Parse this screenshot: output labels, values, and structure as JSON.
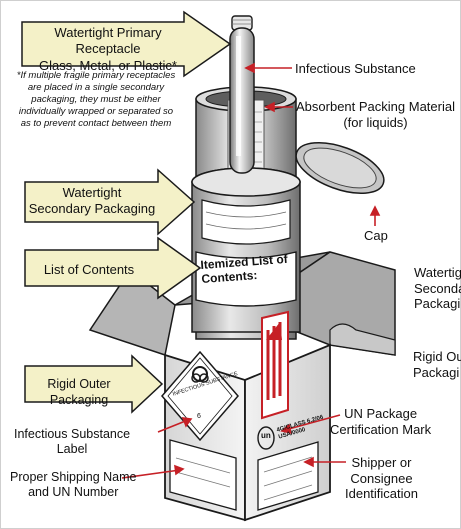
{
  "arrows": {
    "primary": [
      "Watertight Primary Receptacle",
      "Glass, Metal, or Plastic*"
    ],
    "secondary": [
      "Watertight",
      "Secondary Packaging"
    ],
    "contents": "List of Contents",
    "outer": "Rigid Outer Packaging"
  },
  "footnote": [
    "*If multiple fragile primary receptacles",
    "are placed in a single secondary",
    "packaging, they must be either",
    "individually wrapped or separated so",
    "as to prevent contact between them"
  ],
  "callouts": {
    "infectious": "Infectious Substance",
    "absorbent": [
      "Absorbent Packing Material",
      "(for liquids)"
    ],
    "cap": "Cap",
    "watertight_cut": [
      "Watertig",
      "Seconda",
      "Packagi"
    ],
    "rigid_cut": [
      "Rigid Ou",
      "Packagi"
    ],
    "un_mark": [
      "UN Package",
      "Certification Mark"
    ],
    "shipper": [
      "Shipper or",
      "Consignee",
      "Identification"
    ],
    "inf_label": [
      "Infectious Substance",
      "Label"
    ],
    "proper": [
      "Proper Shipping Name",
      "and UN Number"
    ]
  },
  "box": {
    "itemized": [
      "Itemized List of",
      "Contents:"
    ],
    "diamond_text": "INFECTIOUS SUBSTANCE",
    "diamond_class": "6",
    "un_code": [
      "4G/CLASS 6.2/06",
      "USA/0000"
    ],
    "un_symbol": "un"
  },
  "colors": {
    "arrow_fill": "#f4f1c8",
    "callout_line": "#c62026",
    "outline": "#1a1a1a",
    "flap_gray": "#9a9a9a"
  }
}
